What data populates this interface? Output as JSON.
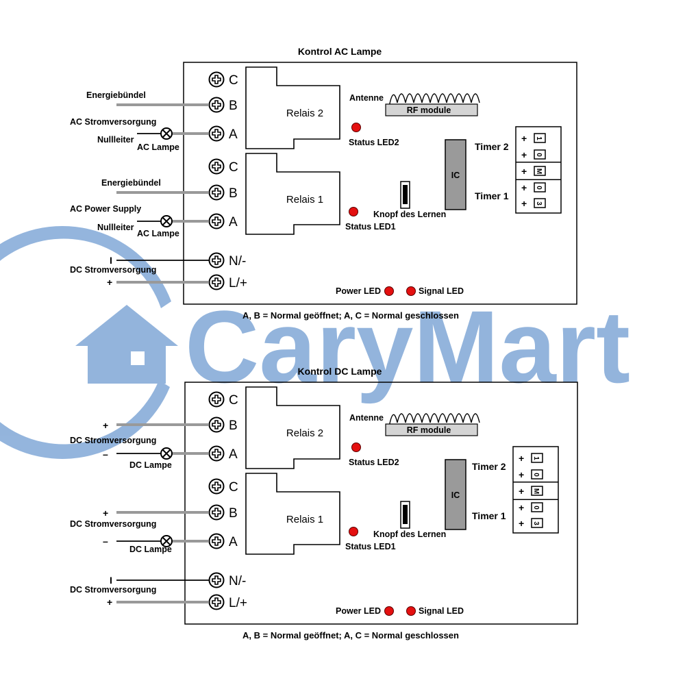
{
  "watermark": {
    "brand": "CaryMart",
    "color": "#8eb1db"
  },
  "colors": {
    "led_red": "#e41010",
    "wire_gray": "#999999",
    "module_gray": "#d4d4d4",
    "ic_gray": "#9a9a9a"
  },
  "panels": [
    {
      "title": "Kontrol AC Lampe",
      "terminals": [
        "C",
        "B",
        "A",
        "C",
        "B",
        "A",
        "N/-",
        "L/+"
      ],
      "relais2": "Relais 2",
      "relais1": "Relais 1",
      "antenna": "Antenne",
      "rf_module": "RF module",
      "status_led2": "Status LED2",
      "status_led1": "Status LED1",
      "learn_button": "Knopf des Lernen",
      "ic": "IC",
      "timer2": "Timer 2",
      "timer1": "Timer 1",
      "power_led": "Power LED",
      "signal_led": "Signal LED",
      "note": "A, B = Normal geöffnet; A, C = Normal geschlossen",
      "wiring": {
        "r2_b": "Energiebündel",
        "r2_supply": "AC Stromversorgung",
        "r2_neutral": "Nullleiter",
        "r2_lamp": "AC Lampe",
        "r1_b": "Energiebündel",
        "r1_supply": "AC Power Supply",
        "r1_neutral": "Nullleiter",
        "r1_lamp": "AC Lampe",
        "dc_minus": "I",
        "dc_supply": "DC Stromversorgung",
        "dc_plus": "+"
      }
    },
    {
      "title": "Kontrol DC Lampe",
      "terminals": [
        "C",
        "B",
        "A",
        "C",
        "B",
        "A",
        "N/-",
        "L/+"
      ],
      "relais2": "Relais 2",
      "relais1": "Relais 1",
      "antenna": "Antenne",
      "rf_module": "RF module",
      "status_led2": "Status LED2",
      "status_led1": "Status LED1",
      "learn_button": "Knopf des Lernen",
      "ic": "IC",
      "timer2": "Timer 2",
      "timer1": "Timer 1",
      "power_led": "Power LED",
      "signal_led": "Signal LED",
      "note": "A, B = Normal geöffnet; A, C = Normal geschlossen",
      "wiring": {
        "r2_plus": "+",
        "r2_supply": "DC Stromversorgung",
        "r2_minus": "–",
        "r2_lamp": "DC Lampe",
        "r1_plus": "+",
        "r1_supply": "DC Stromversorgung",
        "r1_minus": "–",
        "r1_lamp": "DC Lampe",
        "dc_minus": "I",
        "dc_supply": "DC Stromversorgung",
        "dc_plus": "+"
      }
    }
  ],
  "dip": [
    {
      "sign": "+",
      "digit": "1"
    },
    {
      "sign": "+",
      "digit": "0"
    },
    {
      "sign": "+",
      "digit": "M"
    },
    {
      "sign": "+",
      "digit": "0"
    },
    {
      "sign": "+",
      "digit": "3"
    }
  ]
}
